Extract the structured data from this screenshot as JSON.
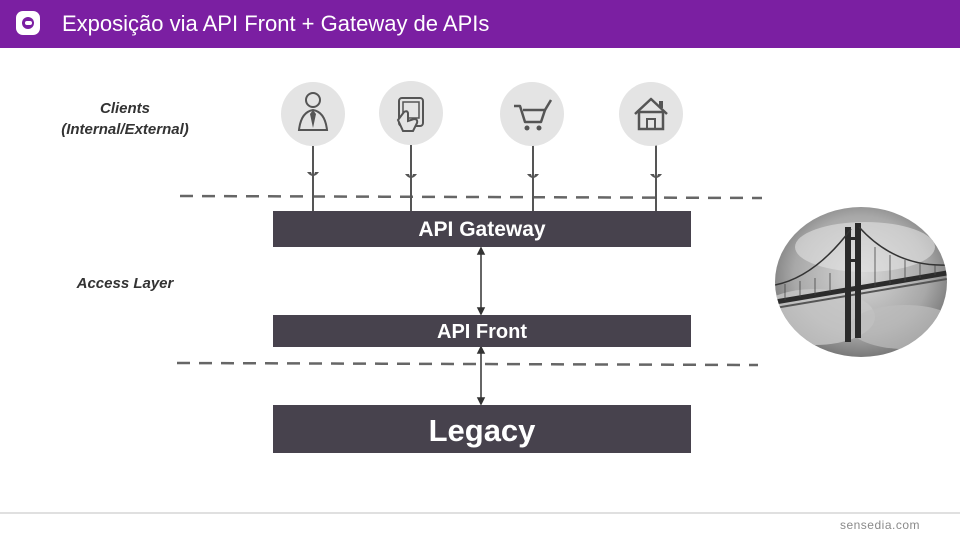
{
  "header": {
    "title": "Exposição via API Front + Gateway de APIs",
    "logo_icon": "sensedia-logo-icon",
    "color": "#7b1fa2"
  },
  "labels": {
    "clients": "Clients\n(Internal/External)",
    "access_layer": "Access Layer"
  },
  "clients": [
    {
      "icon": "businessman-icon"
    },
    {
      "icon": "touch-tablet-icon"
    },
    {
      "icon": "shopping-cart-icon"
    },
    {
      "icon": "house-icon"
    }
  ],
  "layers": {
    "gateway": "API Gateway",
    "front": "API Front",
    "legacy": "Legacy"
  },
  "image": {
    "subject": "bridge-in-fog-photo"
  },
  "footer": {
    "brand": "sensedia.com"
  },
  "colors": {
    "bar": "#47424d",
    "icon_circle": "#e4e4e4",
    "line": "#555555"
  }
}
